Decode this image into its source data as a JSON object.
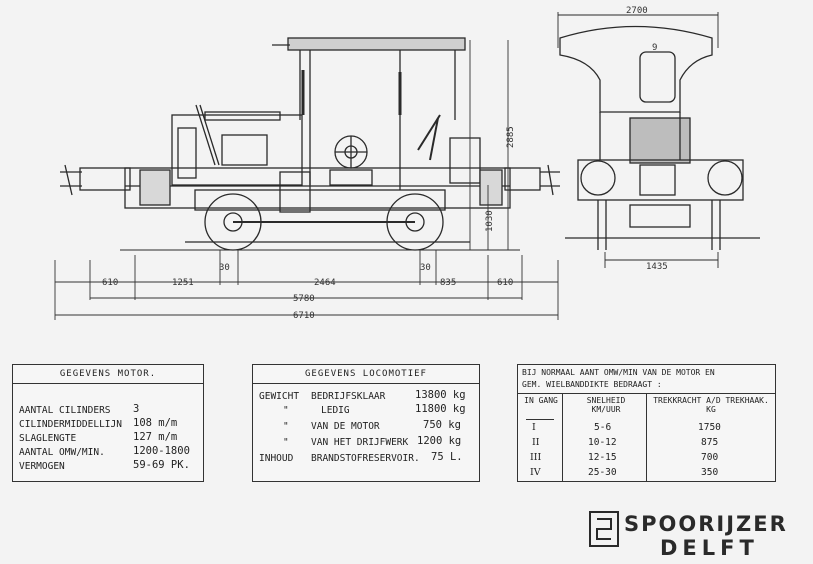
{
  "dimensions": {
    "top_width": "2700",
    "height_total": "2885",
    "height_buffer": "1030",
    "d610_left": "610",
    "d1251": "1251",
    "d30_left": "30",
    "d2464": "2464",
    "d30_right": "30",
    "d835": "835",
    "d610_right": "610",
    "d5780": "5780",
    "d6710": "6710",
    "gauge": "1435"
  },
  "motor": {
    "title": "GEGEVENS  MOTOR.",
    "rows": [
      {
        "label": "AANTAL CILINDERS",
        "value": "3"
      },
      {
        "label": "CILINDERMIDDELLIJN",
        "value": "108 m/m"
      },
      {
        "label": "SLAGLENGTE",
        "value": "127 m/m"
      },
      {
        "label": "AANTAL OMW/MIN.",
        "value": "1200-1800"
      },
      {
        "label": "VERMOGEN",
        "value": "59-69 PK."
      }
    ]
  },
  "loco": {
    "title": "GEGEVENS  LOCOMOTIEF",
    "rows": [
      {
        "prefix": "GEWICHT",
        "label": "BEDRIJFSKLAAR",
        "value": "13800 kg"
      },
      {
        "prefix": "\"",
        "label": "LEDIG",
        "value": "11800 kg"
      },
      {
        "prefix": "\"",
        "label": "VAN DE MOTOR",
        "value": "750 kg"
      },
      {
        "prefix": "\"",
        "label": "VAN HET DRIJFWERK",
        "value": "1200 kg"
      },
      {
        "prefix": "INHOUD",
        "label": "BRANDSTOFRESERVOIR.",
        "value": "75 L."
      }
    ]
  },
  "speed": {
    "note_line1": "BIJ NORMAAL  AANT OMW/MIN  VAN DE MOTOR EN",
    "note_line2": "GEM. WIELBANDDIKTE  BEDRAAGT :",
    "head_gang": "IN GANG",
    "head_snelheid": "SNELHEID KM/UUR",
    "head_trek": "TREKKRACHT A/D TREKHAAK. KG",
    "rows": [
      {
        "gang": "I",
        "snelheid": "5-6",
        "trek": "1750"
      },
      {
        "gang": "II",
        "snelheid": "10-12",
        "trek": "875"
      },
      {
        "gang": "III",
        "snelheid": "12-15",
        "trek": "700"
      },
      {
        "gang": "IV",
        "snelheid": "25-30",
        "trek": "350"
      }
    ]
  },
  "logo": {
    "line1": "SPOORIJZER",
    "line2": "DELFT"
  }
}
